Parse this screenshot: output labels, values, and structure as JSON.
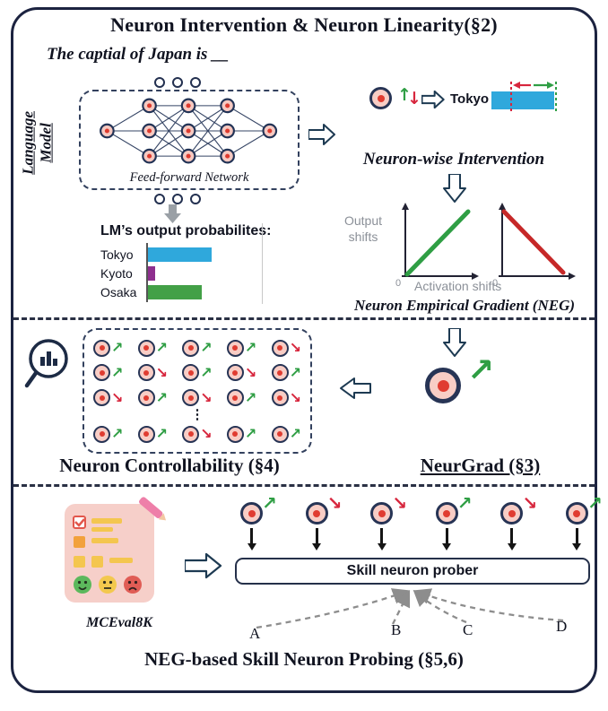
{
  "colors": {
    "navy": "#1c2340",
    "green": "#2f9e44",
    "red": "#d7263d",
    "blue_bar": "#2fa8dc",
    "purple_bar": "#8e2f8e",
    "green_bar": "#43a047",
    "gray": "#8b9098"
  },
  "glyphs": {
    "up": "↗",
    "down": "↘",
    "up_straight": "↑",
    "down_straight": "↓",
    "ellipsis": "⋮"
  },
  "header": {
    "title": "Neuron Intervention & Neuron Linearity(§2)"
  },
  "top": {
    "prompt": "The captial of Japan is __",
    "lm_label_line1": "Language",
    "lm_label_line2": "Model",
    "ffn_label": "Feed-forward Network",
    "output_heading": "LM’s output probabilites:",
    "prob_bars": [
      {
        "label": "Tokyo",
        "value": 0.73,
        "color": "#2fa8dc"
      },
      {
        "label": "Kyoto",
        "value": 0.1,
        "color": "#8e2f8e"
      },
      {
        "label": "Osaka",
        "value": 0.62,
        "color": "#43a047"
      }
    ],
    "tokyo_word": "Tokyo",
    "intervention_label": "Neuron-wise Intervention",
    "output_shifts_label": "Output shifts",
    "activation_shifts_label": "Activation shifts",
    "zero_label": "0",
    "neg_label": "Neuron Empirical Gradient (NEG)"
  },
  "middle": {
    "controllability_label": "Neuron Controllability (§4)",
    "neurgrad_label": "NeurGrad (§3)",
    "grid_rows": [
      [
        "u",
        "u",
        "u",
        "u",
        "d"
      ],
      [
        "u",
        "d",
        "u",
        "d",
        "u"
      ],
      [
        "d",
        "u",
        "d",
        "u",
        "d"
      ],
      [
        "u",
        "u",
        "d",
        "u",
        "u"
      ]
    ]
  },
  "bottom": {
    "dataset_label": "MCEval8K",
    "probe_row": [
      "u",
      "d",
      "d",
      "u",
      "d",
      "u"
    ],
    "prober_label": "Skill neuron prober",
    "options": [
      "A",
      "B",
      "C",
      "D"
    ],
    "caption": "NEG-based Skill Neuron Probing (§5,6)"
  }
}
